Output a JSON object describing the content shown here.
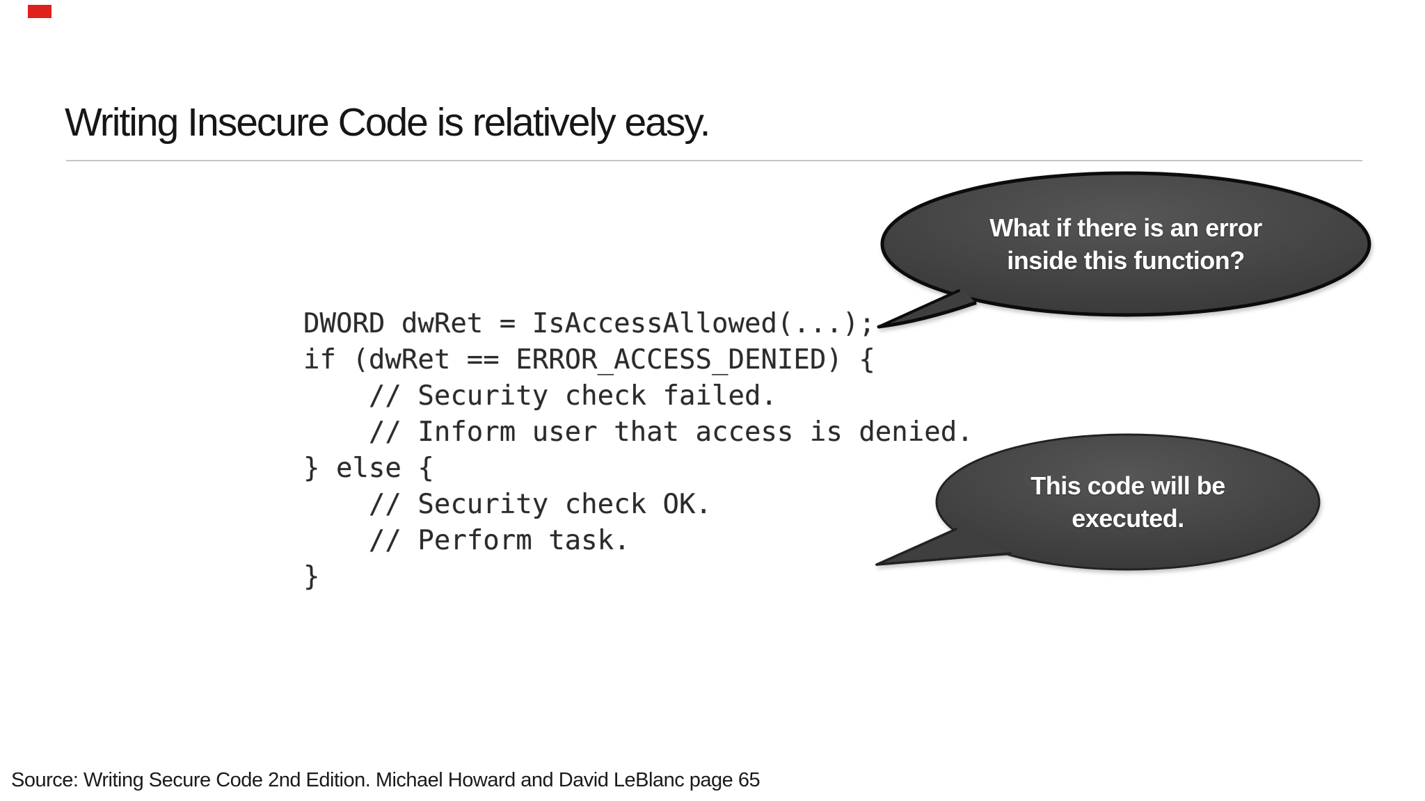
{
  "slide": {
    "title": "Writing Insecure Code is relatively easy.",
    "footer": "Source: Writing Secure Code 2nd Edition. Michael Howard and David LeBlanc page 65"
  },
  "code": {
    "text": "DWORD dwRet = IsAccessAllowed(...);\nif (dwRet == ERROR_ACCESS_DENIED) {\n    // Security check failed.\n    // Inform user that access is denied.\n} else {\n    // Security check OK.\n    // Perform task.\n}"
  },
  "callouts": [
    {
      "lines": [
        "What if there is an error",
        "inside this function?"
      ]
    },
    {
      "lines": [
        "This code will be",
        "executed."
      ]
    }
  ],
  "colors": {
    "background": "#ffffff",
    "title_text": "#161616",
    "code_text": "#2b2b2b",
    "divider_gray": "#c4c4c4",
    "bubble_fill_light": "#525252",
    "bubble_fill_mid": "#464646",
    "bubble_fill_dark": "#373737",
    "bubble_border": "#0c0c0c",
    "bubble_text": "#ffffff",
    "marker_red": "#e0201d"
  }
}
